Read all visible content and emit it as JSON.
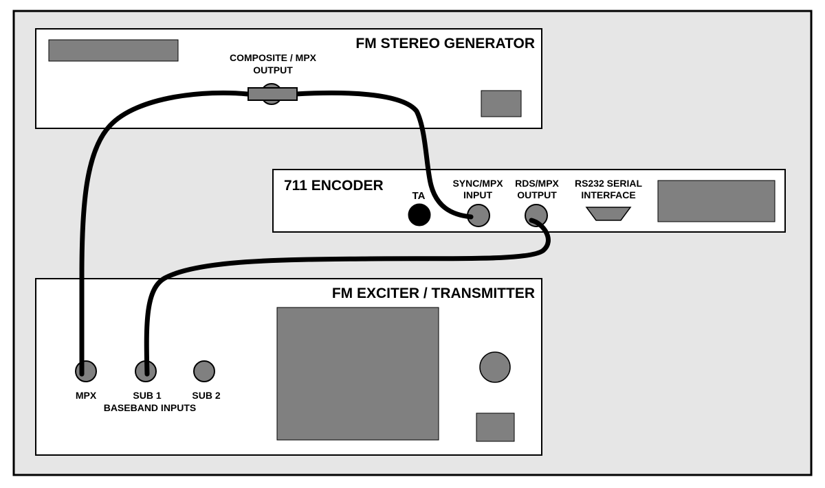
{
  "colors": {
    "background": "#e6e6e6",
    "panel": "#ffffff",
    "component": "#808080",
    "cable": "#000000"
  },
  "generator": {
    "title": "FM STEREO GENERATOR",
    "composite_line1": "COMPOSITE / MPX",
    "composite_line2": "OUTPUT"
  },
  "encoder": {
    "title": "711 ENCODER",
    "ta_label": "TA",
    "sync_line1": "SYNC/MPX",
    "sync_line2": "INPUT",
    "rds_line1": "RDS/MPX",
    "rds_line2": "OUTPUT",
    "serial_line1": "RS232 SERIAL",
    "serial_line2": "INTERFACE"
  },
  "exciter": {
    "title": "FM EXCITER / TRANSMITTER",
    "mpx_label": "MPX",
    "sub1_label": "SUB 1",
    "sub2_label": "SUB 2",
    "baseband_label": "BASEBAND INPUTS"
  },
  "icons": [
    "bnc-connector-icon",
    "db9-connector-icon",
    "knob-icon"
  ]
}
